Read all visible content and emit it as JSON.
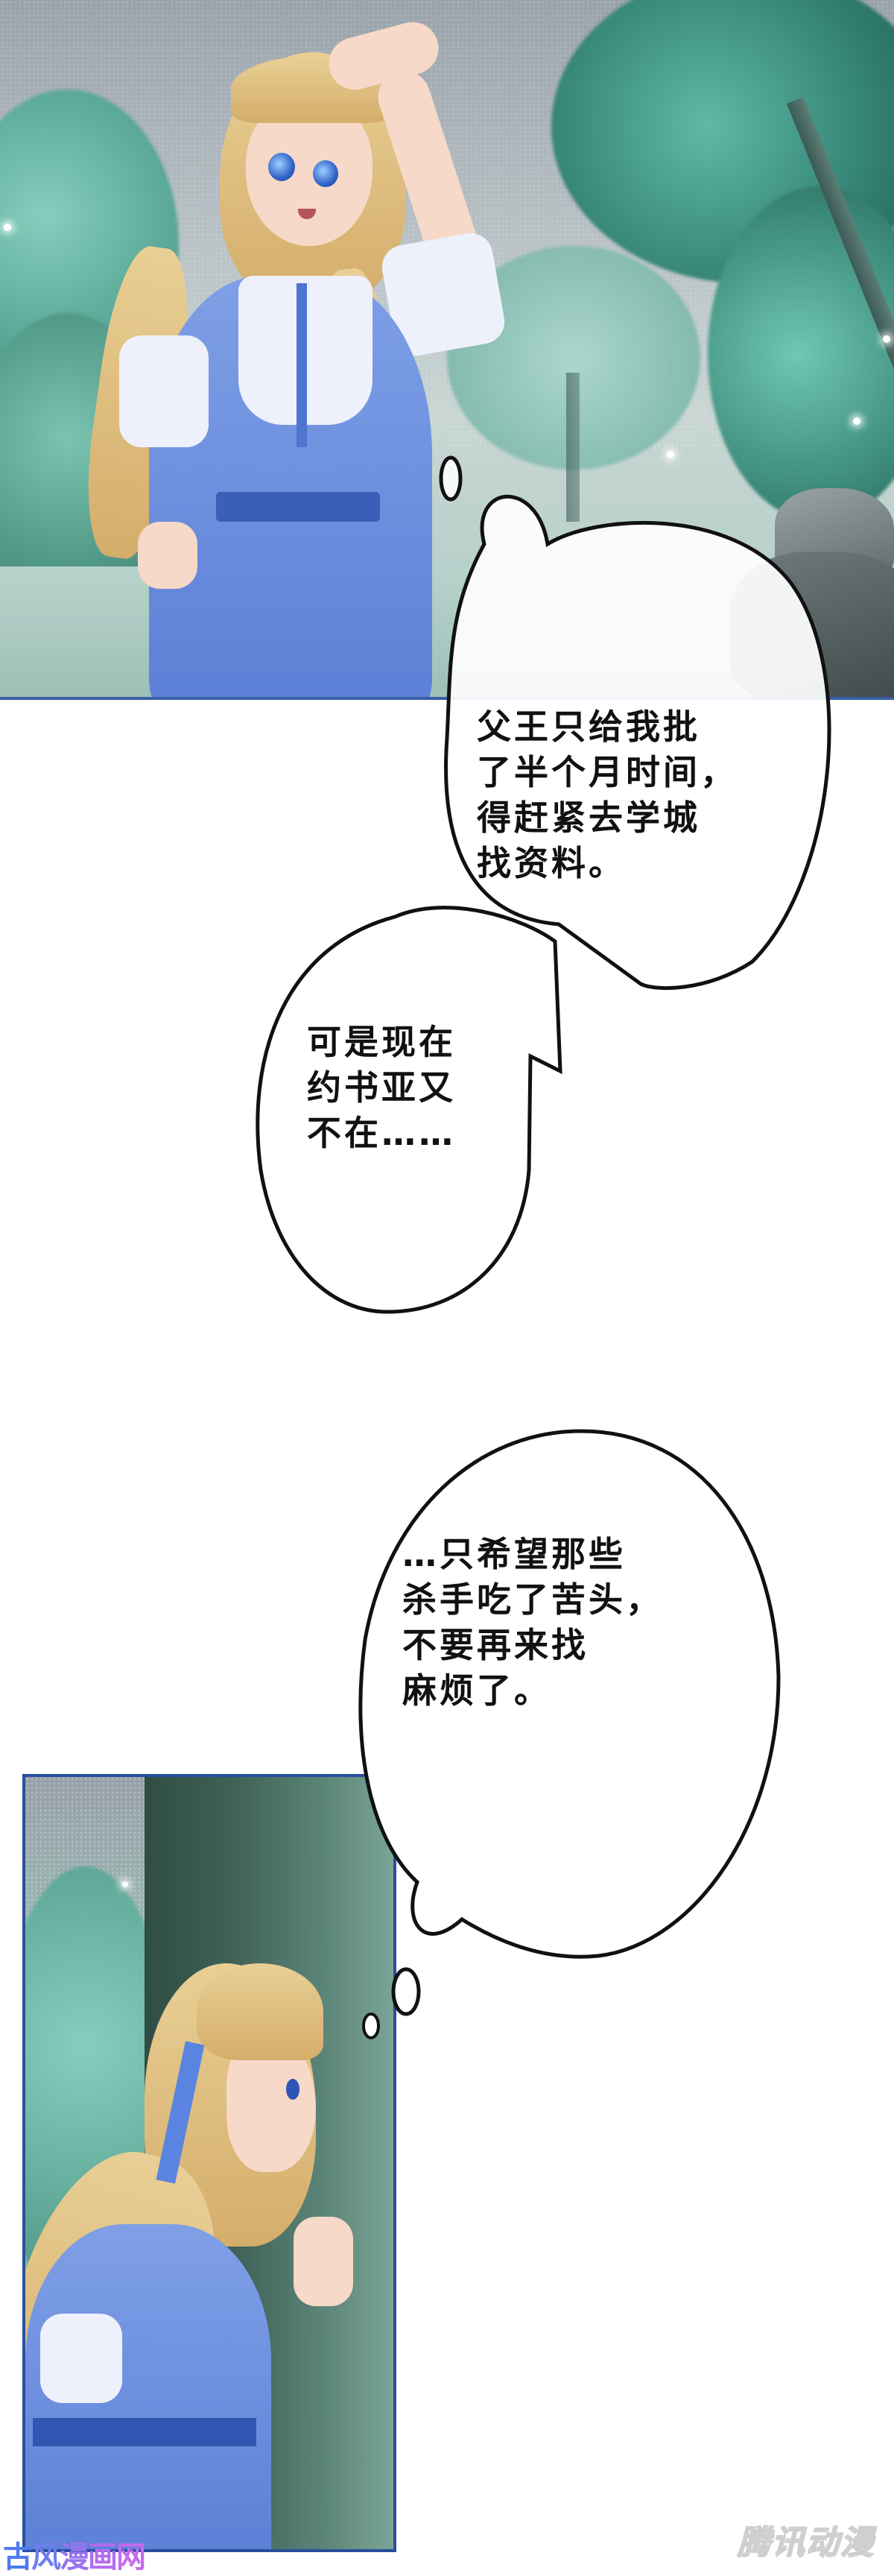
{
  "page": {
    "type": "vertical comic strip",
    "background_color": "#ffffff",
    "panel_border_color": "#274f9e"
  },
  "panels": [
    {
      "id": "panel-1",
      "scene": "forest clearing under grey sky",
      "character": "blonde girl in blue dress shading her eyes with hand on forehead"
    },
    {
      "id": "panel-2",
      "scene": "girl hiding behind a large tree trunk",
      "character": "blonde girl with blue ribbon, side profile"
    }
  ],
  "bubbles": [
    {
      "id": "bubble-1",
      "kind": "thought",
      "lines": [
        "父王只给我批",
        "了半个月时间，",
        "得赶紧去学城",
        "找资料。"
      ]
    },
    {
      "id": "bubble-2",
      "kind": "thought",
      "lines": [
        "可是现在",
        "约书亚又",
        "不在……"
      ]
    },
    {
      "id": "bubble-3",
      "kind": "thought",
      "lines": [
        "…只希望那些",
        "杀手吃了苦头，",
        "不要再来找",
        "麻烦了。"
      ]
    }
  ],
  "watermarks": {
    "left": [
      "古",
      "风",
      "漫",
      "画",
      "网"
    ],
    "right": "腾讯动漫"
  },
  "colors": {
    "dress_blue": "#6f8fe0",
    "hair_blonde": "#e2c184",
    "foliage_teal": "#5fb3a2",
    "watermark_left_start": "#4f7bf0",
    "watermark_left_end": "#c46aee",
    "watermark_right": "#cfcfcf"
  }
}
